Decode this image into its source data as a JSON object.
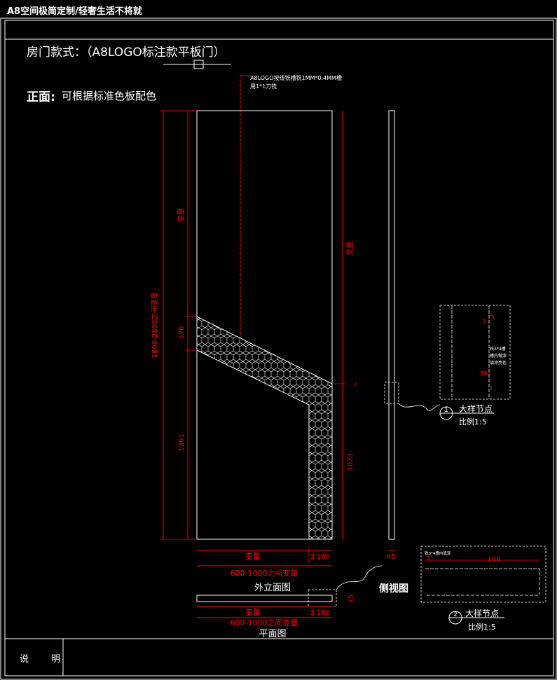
{
  "header": {
    "title": "A8空间极简定制/轻奢生活不将就"
  },
  "drawing": {
    "title": "房门款式：（A8LOGO标注款平板门）",
    "front_label": "正面:",
    "front_note": "可根据标准色板配色",
    "logo_note_line1": "A8LOGO按线铣槽铣1MM*0.4MM槽",
    "logo_note_line2": "用1*1刀铣",
    "dim_total_height": "1800-2800之间变量",
    "dim_var_left": "变量",
    "dim_var_right": "变量",
    "dim_178": "178",
    "dim_1361": "1361",
    "dim_1073": "1073",
    "dim_2": "2",
    "elev_width_var": "变量",
    "elev_3": "3",
    "elev_160": "160",
    "elev_range": "600-1000之间变量",
    "elev_caption": "外立面图",
    "side_45": "45",
    "side_caption": "侧视图",
    "plan_width_var": "变量",
    "plan_3": "3",
    "plan_160": "160",
    "plan_range": "600-1000之间变量",
    "plan_caption": "平面图",
    "plan_45": "45",
    "detail1_num": "1",
    "detail1_title": "大样节点",
    "detail1_scale": "比例1:5",
    "detail1_dim_a": "3",
    "detail1_dim_b": "3",
    "detail1_dim_c": "3",
    "detail1_dim_d": "30",
    "detail1_note1": "铣3*4槽",
    "detail1_note2": "槽内做漆",
    "detail1_note3": "填涂亮色",
    "detail2_num": "2",
    "detail2_title": "大样节点",
    "detail2_scale": "比例1:5",
    "detail2_dim": "160",
    "detail2_dim_small": "3",
    "detail2_note": "铣3*4槽内填漆"
  },
  "footer": {
    "label": "说 明"
  },
  "colors": {
    "background": "#000000",
    "line": "#ffffff",
    "dimension": "#ff0000"
  }
}
